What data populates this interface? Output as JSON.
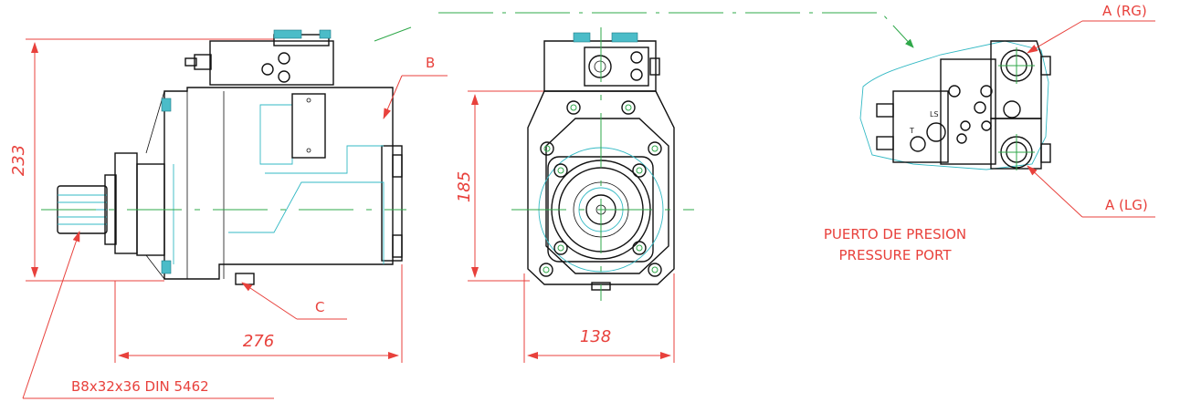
{
  "dimensions": {
    "height_side": "233",
    "length_side": "276",
    "height_front": "185",
    "width_front": "138"
  },
  "labels": {
    "shaft_spec": "B8x32x36 DIN 5462",
    "port_b": "B",
    "port_c": "C",
    "port_a_rg": "A (RG)",
    "port_a_lg": "A (LG)",
    "pressure_port_es": "PUERTO DE PRESION",
    "pressure_port_en": "PRESSURE PORT",
    "valve_t": "T",
    "valve_ls": "LS"
  },
  "colors": {
    "annotation": "#e8413c",
    "outline": "#111111",
    "hidden": "#33b9c4",
    "centerline": "#2fa84a"
  }
}
